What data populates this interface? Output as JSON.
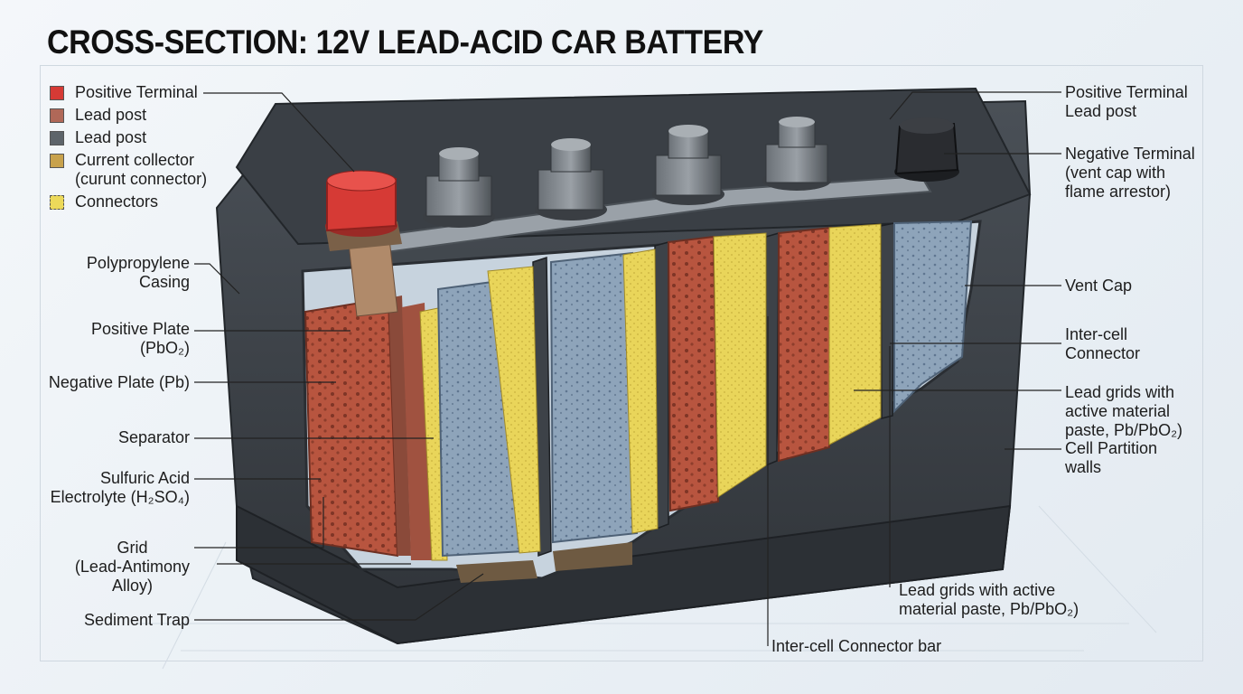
{
  "title": "CROSS-SECTION: 12V LEAD-ACID CAR BATTERY",
  "colors": {
    "terminal_red": "#d63a35",
    "lead_post_brown": "#b06858",
    "lead_post_gray": "#5d646a",
    "collector_tan": "#c8a24c",
    "connector_yellow": "#ecd95a",
    "casing": "#3e4349",
    "plate_blue": "#8ea4ba",
    "plate_red": "#b8553f"
  },
  "legend": [
    {
      "label": "Positive Terminal",
      "color": "#d63a35"
    },
    {
      "label": "Lead post",
      "color": "#b06858"
    },
    {
      "label": "Lead post",
      "color": "#5d646a"
    },
    {
      "label": "Current collector\n(curunt connector)",
      "color": "#c8a24c"
    },
    {
      "label": "Connectors",
      "color": "#ecd95a"
    }
  ],
  "labels_left": {
    "casing": "Polypropylene\nCasing",
    "positive_plate": "Positive Plate\n(PbO₂)",
    "negative_plate": "Negative Plate (Pb)",
    "separator": "Separator",
    "electrolyte": "Sulfuric Acid\nElectrolyte (H₂SO₄)",
    "grid": "Grid\n(Lead-Antimony\nAlloy)",
    "sediment": "Sediment Trap"
  },
  "labels_right": {
    "pos_terminal": "Positive Terminal\nLead post",
    "neg_terminal": "Negative Terminal\n(vent cap with\nflame arrestor)",
    "vent_cap": "Vent Cap",
    "intercell": "Inter-cell\nConnector",
    "lead_grids": "Lead grids with\nactive material\npaste, Pb/PbO₂)",
    "partition": "Cell Partition\nwalls"
  },
  "labels_bottom": {
    "lead_grids_bottom": "Lead grids with active\nmaterial paste, Pb/PbO₂)",
    "connector_bar": "Inter-cell Connector bar"
  }
}
